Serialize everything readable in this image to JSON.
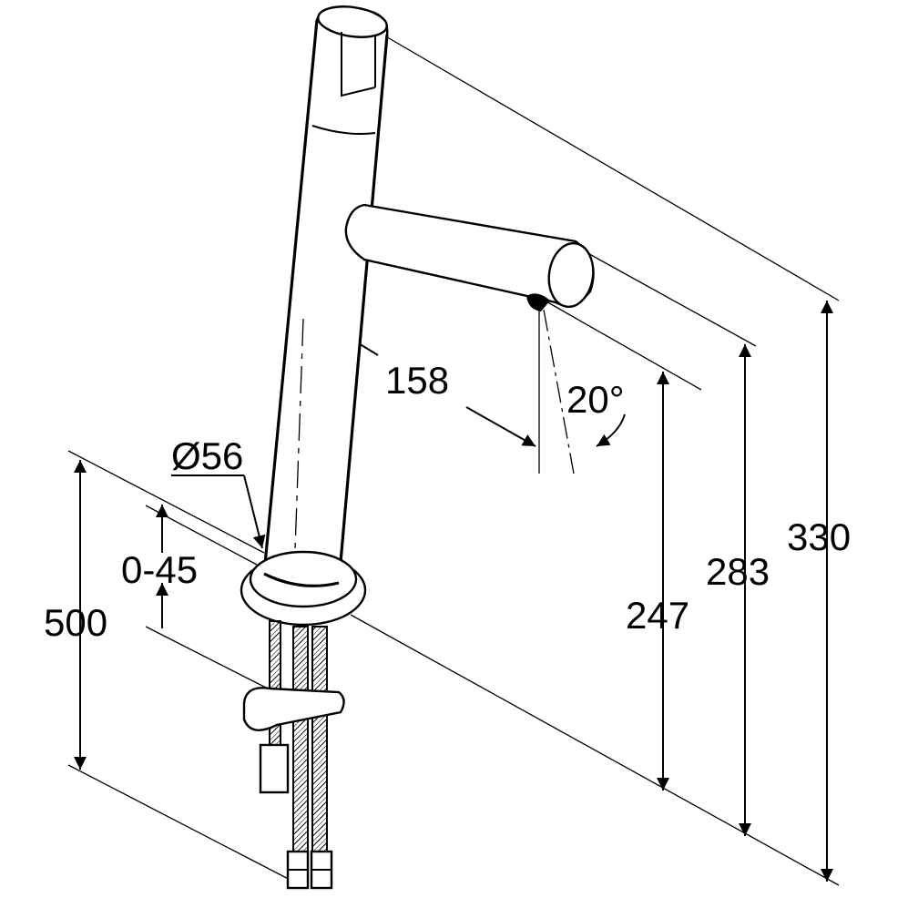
{
  "dimensions": {
    "height_total": "330",
    "height_spout_top": "283",
    "height_spout_outlet": "247",
    "reach": "158",
    "spout_angle": "20°",
    "base_diameter": "Ø56",
    "worktop_thickness": "0-45",
    "hose_length": "500"
  }
}
